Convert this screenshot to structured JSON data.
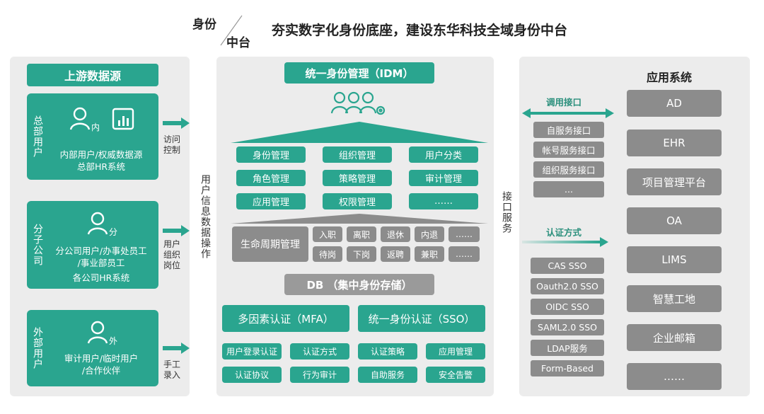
{
  "header": {
    "tag_top": "身份",
    "tag_bottom": "中台",
    "title": "夯实数字化身份底座，建设东华科技全域身份中台"
  },
  "upstream": {
    "title": "上游数据源",
    "cards": [
      {
        "side": "总部用户",
        "badge": "内",
        "line1": "内部用户/权威数据源",
        "line2": "总部HR系统"
      },
      {
        "side": "分子公司",
        "badge": "分",
        "line1": "分公司用户/办事处员工",
        "line2": "/事业部员工",
        "line3": "各公司HR系统"
      },
      {
        "side": "外部用户",
        "badge": "外",
        "line1": "审计用户/临时用户",
        "line2": "/合作伙伴"
      }
    ]
  },
  "flows": {
    "access": "访问控制",
    "org": "用户组织岗位",
    "manual": "手工录入",
    "user_ops": "用户信息数据操作",
    "interface_service": "接口服务"
  },
  "idm": {
    "title": "统一身份管理（IDM）",
    "modules": [
      "身份管理",
      "组织管理",
      "用户分类",
      "角色管理",
      "策略管理",
      "审计管理",
      "应用管理",
      "权限管理",
      "……"
    ],
    "lifecycle": {
      "label": "生命周期管理",
      "items": [
        "入职",
        "离职",
        "退休",
        "内退",
        "……",
        "待岗",
        "下岗",
        "返聘",
        "兼职",
        "……"
      ]
    },
    "db": "DB （集中身份存储）",
    "mfa": "多因素认证（MFA）",
    "sso": "统一身份认证（SSO）",
    "features": [
      "用户登录认证",
      "认证方式",
      "认证策略",
      "应用管理",
      "认证协议",
      "行为审计",
      "自助服务",
      "安全告警"
    ]
  },
  "interfaces": {
    "call_title": "调用接口",
    "call_items": [
      "自服务接口",
      "帐号服务接口",
      "组织服务接口",
      "..."
    ],
    "auth_title": "认证方式",
    "auth_items": [
      "CAS SSO",
      "Oauth2.0 SSO",
      "OIDC SSO",
      "SAML2.0 SSO",
      "LDAP服务",
      "Form-Based"
    ]
  },
  "apps": {
    "title": "应用系统",
    "items": [
      "AD",
      "EHR",
      "项目管理平台",
      "OA",
      "LIMS",
      "智慧工地",
      "企业邮箱",
      "……"
    ]
  },
  "colors": {
    "teal": "#2aa58f",
    "gray": "#8c8c8c",
    "panel": "#ececec"
  }
}
